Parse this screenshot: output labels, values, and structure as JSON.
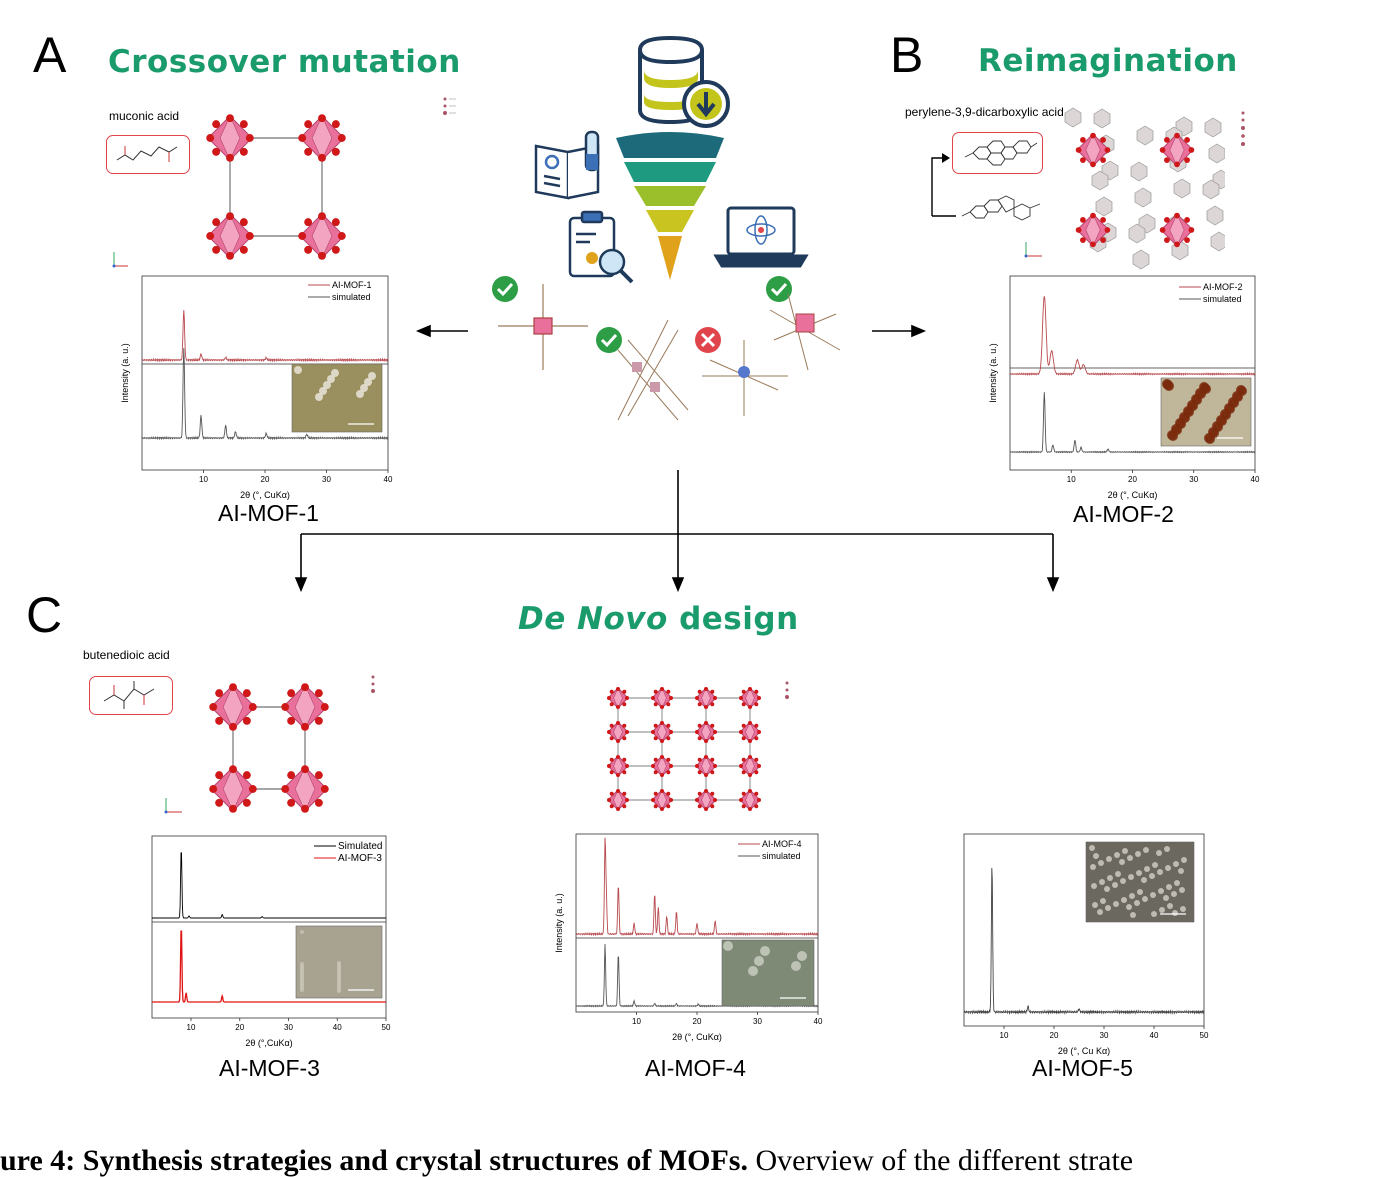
{
  "panels": {
    "a": {
      "letter": "A",
      "title": "Crossover mutation",
      "molecule": "muconic acid",
      "mof": "AI-MOF-1"
    },
    "b": {
      "letter": "B",
      "title": "Reimagination",
      "molecule": "perylene-3,9-dicarboxylic acid",
      "mof": "AI-MOF-2"
    },
    "c": {
      "letter": "C",
      "title_italic": "De Novo",
      "title_rest": " design",
      "molecule": "butenedioic acid",
      "mof3": "AI-MOF-3",
      "mof4": "AI-MOF-4",
      "mof5": "AI-MOF-5"
    }
  },
  "caption": {
    "bold": "ure 4: Synthesis strategies and crystal structures of MOFs.",
    "rest": " Overview of the different strate"
  },
  "colors": {
    "accent_green": "#1a9b6c",
    "mof_red": "#b94a4f",
    "sim_grey": "#555555",
    "pink": "#e8709a",
    "check_green": "#2e9e46",
    "cross_red": "#e0454b"
  },
  "chart_data": [
    {
      "type": "line",
      "id": "pxrd-1",
      "xlabel": "2θ (°, CuKα)",
      "ylabel": "Intensity (a. u.)",
      "xlim": [
        0,
        40
      ],
      "xticks": [
        10,
        20,
        30,
        40
      ],
      "series": [
        {
          "name": "AI-MOF-1",
          "peaks": [
            [
              6.8,
              1.0
            ],
            [
              9.6,
              0.12
            ],
            [
              13.6,
              0.05
            ],
            [
              20.2,
              0.04
            ]
          ]
        },
        {
          "name": "simulated",
          "peaks": [
            [
              6.8,
              1.0
            ],
            [
              9.6,
              0.25
            ],
            [
              13.6,
              0.14
            ],
            [
              15.2,
              0.07
            ],
            [
              20.2,
              0.05
            ],
            [
              26.8,
              0.04
            ]
          ]
        }
      ]
    },
    {
      "type": "line",
      "id": "pxrd-2",
      "xlabel": "2θ (°, CuKα)",
      "ylabel": "Intensity (a. u.)",
      "xlim": [
        0,
        40
      ],
      "xticks": [
        10,
        20,
        30,
        40
      ],
      "series": [
        {
          "name": "AI-MOF-2",
          "peaks": [
            [
              5.6,
              1.0
            ],
            [
              6.8,
              0.3
            ],
            [
              11.0,
              0.18
            ],
            [
              12.0,
              0.12
            ]
          ]
        },
        {
          "name": "simulated",
          "peaks": [
            [
              5.6,
              1.0
            ],
            [
              7.0,
              0.12
            ],
            [
              10.6,
              0.2
            ],
            [
              11.6,
              0.08
            ],
            [
              16.0,
              0.05
            ]
          ]
        }
      ]
    },
    {
      "type": "line",
      "id": "pxrd-3",
      "xlabel": "2θ (°,CuKα)",
      "ylabel": "",
      "xlim": [
        2,
        50
      ],
      "xticks": [
        10,
        20,
        30,
        40,
        50
      ],
      "series": [
        {
          "name": "Simulated",
          "peaks": [
            [
              8.0,
              1.0
            ],
            [
              9.6,
              0.03
            ],
            [
              16.4,
              0.05
            ],
            [
              24.6,
              0.02
            ]
          ]
        },
        {
          "name": "AI-MOF-3",
          "peaks": [
            [
              8.0,
              1.0
            ],
            [
              9.0,
              0.12
            ],
            [
              16.4,
              0.08
            ]
          ]
        }
      ]
    },
    {
      "type": "line",
      "id": "pxrd-4",
      "xlabel": "2θ (°, CuKα)",
      "ylabel": "Intensity (a. u.)",
      "xlim": [
        0,
        40
      ],
      "xticks": [
        10,
        20,
        30,
        40
      ],
      "series": [
        {
          "name": "AI-MOF-4",
          "peaks": [
            [
              4.8,
              1.0
            ],
            [
              5.0,
              0.4
            ],
            [
              7.0,
              0.55
            ],
            [
              9.6,
              0.12
            ],
            [
              13.0,
              0.45
            ],
            [
              13.6,
              0.3
            ],
            [
              15.0,
              0.2
            ],
            [
              16.6,
              0.25
            ],
            [
              20.0,
              0.12
            ],
            [
              23.0,
              0.15
            ]
          ]
        },
        {
          "name": "simulated",
          "peaks": [
            [
              4.8,
              1.0
            ],
            [
              7.0,
              0.85
            ],
            [
              9.6,
              0.08
            ],
            [
              13.0,
              0.04
            ],
            [
              16.6,
              0.04
            ],
            [
              20.2,
              0.03
            ]
          ]
        }
      ]
    },
    {
      "type": "line",
      "id": "pxrd-5",
      "xlabel": "2θ (°, Cu Kα)",
      "ylabel": "",
      "xlim": [
        2,
        50
      ],
      "xticks": [
        10,
        20,
        30,
        40,
        50
      ],
      "series": [
        {
          "name": "",
          "peaks": [
            [
              7.6,
              1.0
            ],
            [
              14.8,
              0.04
            ],
            [
              25.0,
              0.02
            ]
          ]
        }
      ]
    }
  ]
}
